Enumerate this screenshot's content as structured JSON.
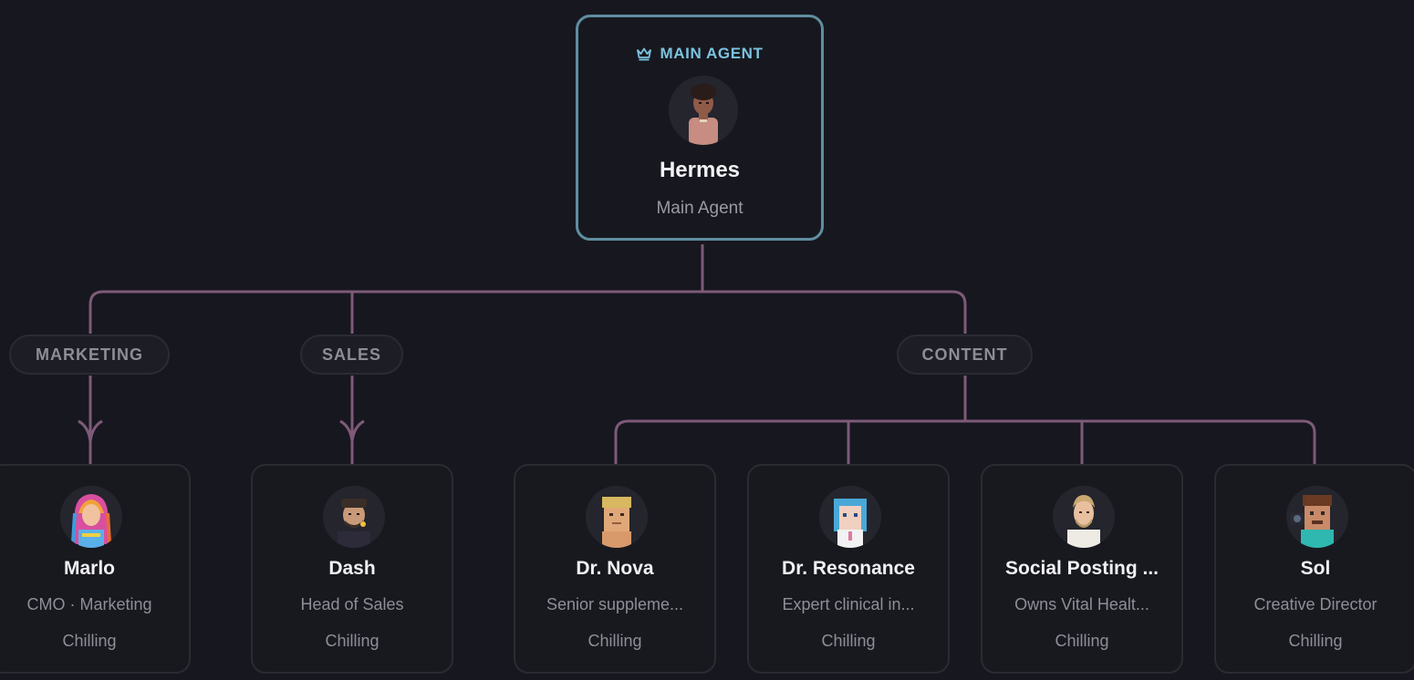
{
  "main_agent": {
    "badge": "MAIN AGENT",
    "badge_icon": "crown-icon",
    "name": "Hermes",
    "role": "Main Agent",
    "border_color": "#5f8ea0",
    "badge_color": "#7cc3df"
  },
  "departments": [
    {
      "label": "MARKETING"
    },
    {
      "label": "SALES"
    },
    {
      "label": "CONTENT"
    }
  ],
  "agents": [
    {
      "name": "Marlo",
      "role": "CMO · Marketing",
      "status": "Chilling",
      "department": "MARKETING"
    },
    {
      "name": "Dash",
      "role": "Head of Sales",
      "status": "Chilling",
      "department": "SALES"
    },
    {
      "name": "Dr. Nova",
      "role": "Senior suppleme...",
      "status": "Chilling",
      "department": "CONTENT"
    },
    {
      "name": "Dr. Resonance",
      "role": "Expert clinical in...",
      "status": "Chilling",
      "department": "CONTENT"
    },
    {
      "name": "Social Posting ...",
      "role": "Owns Vital Healt...",
      "status": "Chilling",
      "department": "CONTENT"
    },
    {
      "name": "Sol",
      "role": "Creative Director",
      "status": "Chilling",
      "department": "CONTENT"
    }
  ],
  "colors": {
    "background": "#17171f",
    "connector": "#7e5a78",
    "card_border": "#2a2b33"
  }
}
